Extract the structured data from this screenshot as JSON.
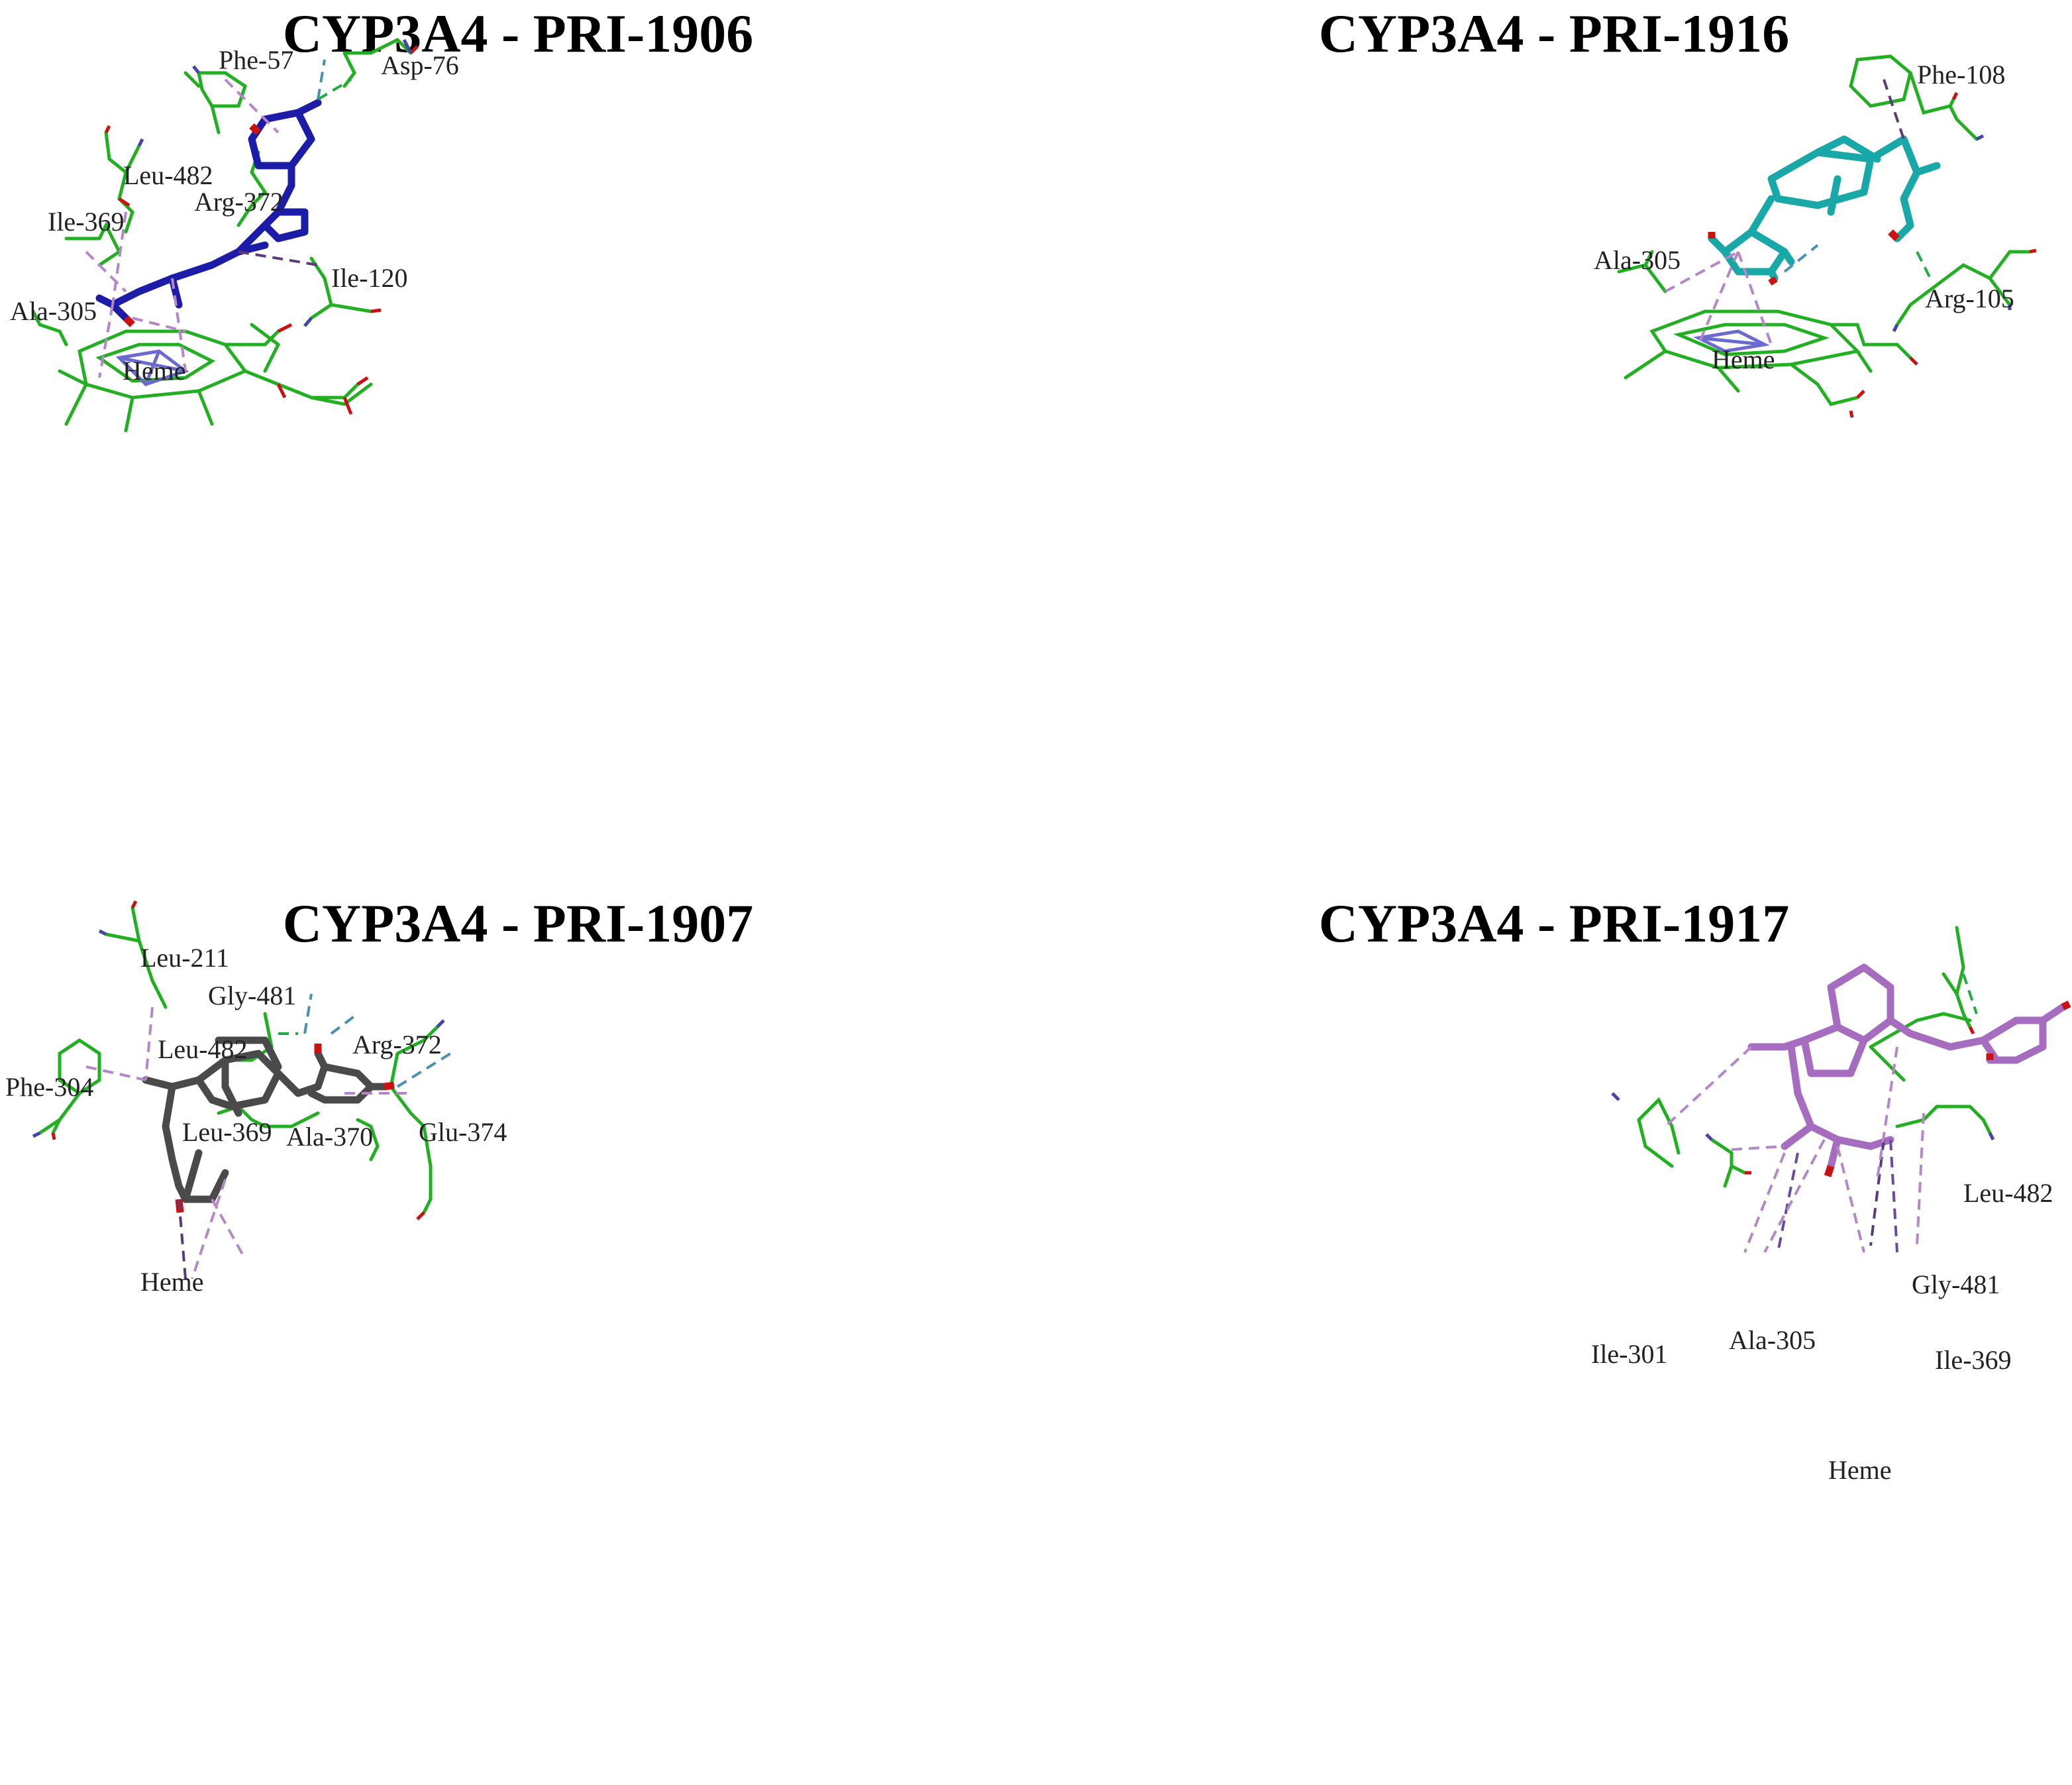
{
  "panels": [
    {
      "title": "CYP3A4 - PRI-1906",
      "ligand_color": "#1c1ca8",
      "labels": [
        "Phe-57",
        "Asp-76",
        "Leu-482",
        "Arg-372",
        "Ile-369",
        "Ile-120",
        "Ala-305",
        "Heme"
      ]
    },
    {
      "title": "CYP3A4 - PRI-1916",
      "ligand_color": "#18a8a8",
      "labels": [
        "Phe-108",
        "Ala-305",
        "Arg-105",
        "Heme"
      ]
    },
    {
      "title": "CYP3A4 - PRI-1907",
      "ligand_color": "#4a4a4a",
      "labels": [
        "Leu-211",
        "Gly-481",
        "Leu-482",
        "Arg-372",
        "Phe-304",
        "Leu-369",
        "Ala-370",
        "Glu-374",
        "Heme"
      ]
    },
    {
      "title": "CYP3A4 - PRI-1917",
      "ligand_color": "#a66cc0",
      "labels": [
        "Leu-482",
        "Gly-481",
        "Ile-301",
        "Ala-305",
        "Ile-369",
        "Heme"
      ]
    }
  ],
  "colors": {
    "residue": "#22b022",
    "oxygen": "#cc1111",
    "nitrogen": "#4444aa",
    "heme_iron_n": "#6a6ad0",
    "pi_alkyl": "#b487c8",
    "pi_sigma": "#5a3a7a",
    "hbond": "#22aa44",
    "water_bond": "#4a90b0"
  }
}
